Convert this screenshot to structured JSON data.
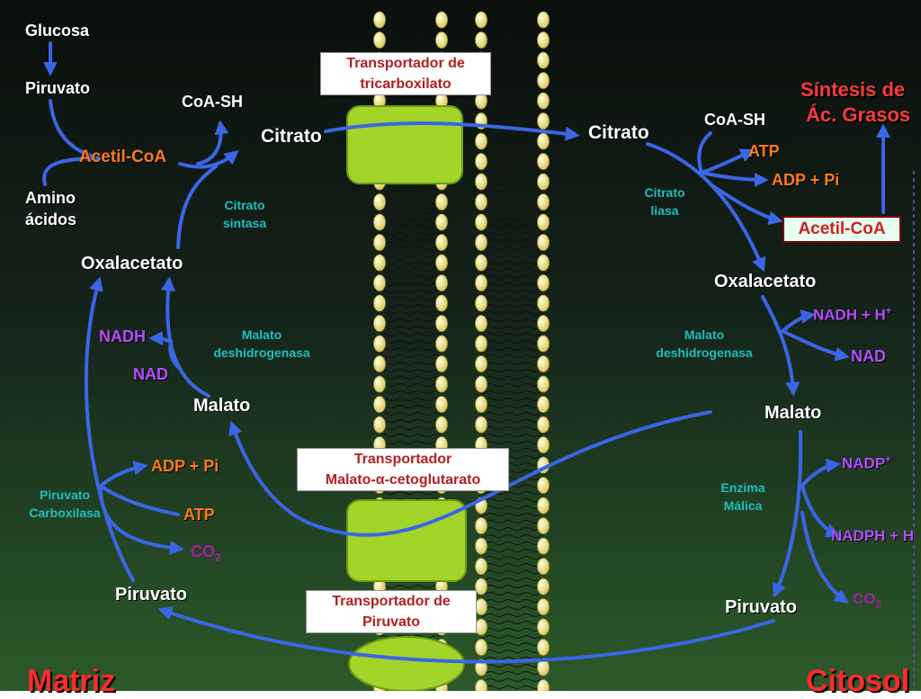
{
  "matrix": {
    "glucosa": "Glucosa",
    "piruvato_top": "Piruvato",
    "coa_sh": "CoA-SH",
    "citrato": "Citrato",
    "acetil_coa": "Acetil-CoA",
    "amino": "Amino",
    "acidos": "ácidos",
    "citrato_sintasa_1": "Citrato",
    "citrato_sintasa_2": "sintasa",
    "oxalacetato": "Oxalacetato",
    "nadh": "NADH",
    "nad": "NAD",
    "malato_dh_1": "Malato",
    "malato_dh_2": "deshidrogenasa",
    "malato": "Malato",
    "adp_pi": "ADP + Pi",
    "piruvato_carbox_1": "Piruvato",
    "piruvato_carbox_2": "Carboxilasa",
    "atp": "ATP",
    "co2": "CO",
    "co2_sub": "2",
    "piruvato": "Piruvato",
    "label": "Matriz"
  },
  "membrane": {
    "tricarbox_1": "Transportador de",
    "tricarbox_2": "tricarboxilato",
    "malato_1": "Transportador",
    "malato_2": "Malato-α-cetoglutarato",
    "piruvato_1": "Transportador de",
    "piruvato_2": "Piruvato"
  },
  "cytosol": {
    "citrato": "Citrato",
    "coa_sh": "CoA-SH",
    "atp": "ATP",
    "adp_pi": "ADP + Pi",
    "citrato_liasa_1": "Citrato",
    "citrato_liasa_2": "liasa",
    "acetil_coa": "Acetil-CoA",
    "sintesis_1": "Síntesis de",
    "sintesis_2": "Ác. Grasos",
    "oxalacetato": "Oxalacetato",
    "nadh_h": "NADH + H",
    "nadh_sup": "+",
    "nad": "NAD",
    "malato_dh_1": "Malato",
    "malato_dh_2": "deshidrogenasa",
    "malato": "Malato",
    "nadp": "NADP",
    "nadp_sup": "+",
    "enzima_1": "Enzima",
    "enzima_2": "Málica",
    "nadph_h": "NADPH + H",
    "co2": "CO",
    "co2_sub": "2",
    "piruvato": "Piruvato",
    "label": "Citosol"
  },
  "colors": {
    "arrow": "#3a66e6",
    "transporter": "#a2d42a",
    "lipid_head": "#f3e7a0"
  }
}
